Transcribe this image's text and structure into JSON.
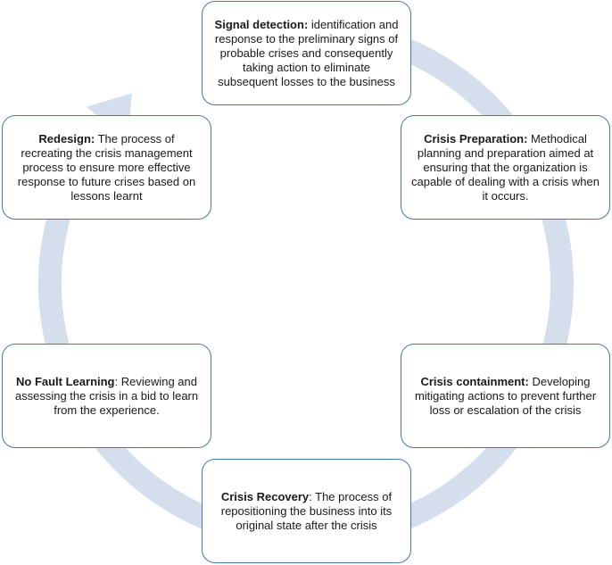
{
  "colors": {
    "ring": "#d4deec",
    "box_border": "#4a76ad",
    "text": "#1a1a1a"
  },
  "stages": {
    "signal_detection": {
      "title": "Signal detection:",
      "description": " identification and response to the preliminary signs of probable crises and consequently taking action to eliminate subsequent losses to the business"
    },
    "crisis_preparation": {
      "title": "Crisis Preparation:",
      "description": " Methodical planning and preparation aimed at ensuring that the organization is capable of dealing with a crisis when it occurs."
    },
    "crisis_containment": {
      "title": "Crisis containment:",
      "description": " Developing mitigating actions to prevent further loss or escalation of the crisis"
    },
    "crisis_recovery": {
      "title": "Crisis Recovery",
      "description": ": The process of repositioning the business into its original state after the crisis"
    },
    "no_fault_learning": {
      "title": "No Fault Learning",
      "description": ": Reviewing and assessing the crisis in a bid to learn from the experience."
    },
    "redesign": {
      "title": "Redesign:",
      "description": " The process of recreating the crisis management process to ensure more effective response to future crises based on lessons learnt"
    }
  }
}
